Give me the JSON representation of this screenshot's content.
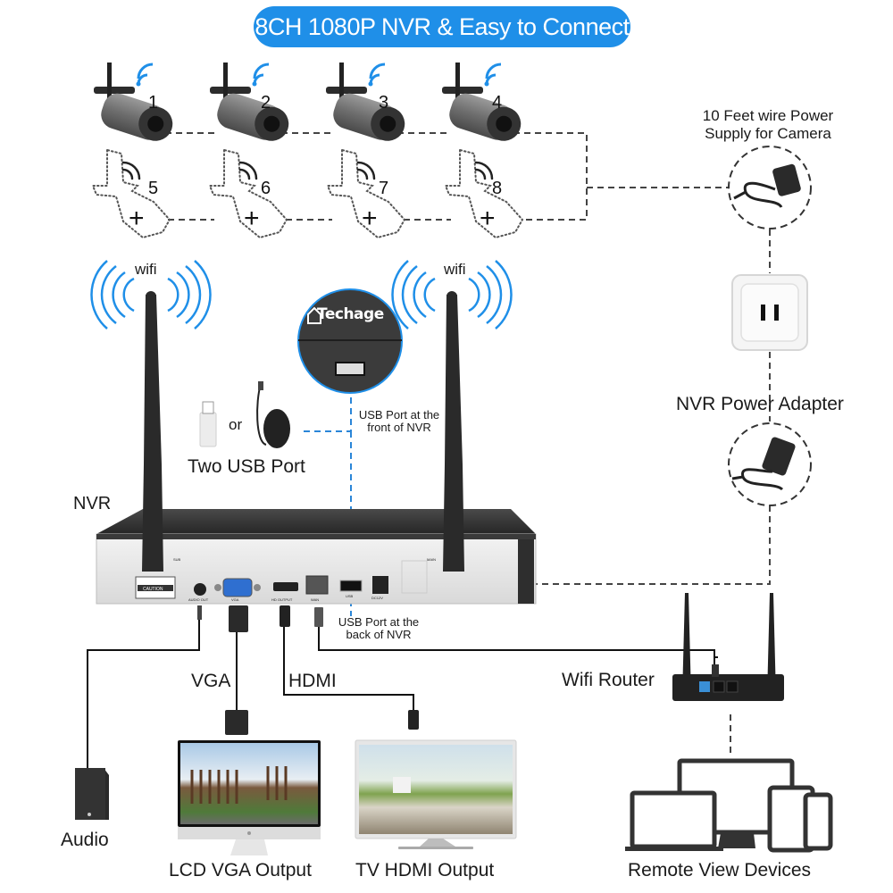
{
  "title": "8CH 1080P NVR & Easy to Connect",
  "colors": {
    "accent": "#1f8fe8",
    "dashed_line": "#444444",
    "usb_dashed_line": "#2a86d8",
    "device_dark": "#2b2b2b",
    "nvr_front": "#e9e9e9"
  },
  "cameras": {
    "installed": [
      {
        "number": "1",
        "icon": "wifi-bullet-camera"
      },
      {
        "number": "2",
        "icon": "wifi-bullet-camera"
      },
      {
        "number": "3",
        "icon": "wifi-bullet-camera"
      },
      {
        "number": "4",
        "icon": "wifi-bullet-camera"
      }
    ],
    "expansion_slots": [
      {
        "number": "5",
        "icon": "add-camera-placeholder"
      },
      {
        "number": "6",
        "icon": "add-camera-placeholder"
      },
      {
        "number": "7",
        "icon": "add-camera-placeholder"
      },
      {
        "number": "8",
        "icon": "add-camera-placeholder"
      }
    ],
    "add_symbol": "+"
  },
  "power": {
    "camera_supply_label_line1": "10 Feet wire Power",
    "camera_supply_label_line2": "Supply for Camera",
    "nvr_adapter_label": "NVR Power Adapter"
  },
  "nvr": {
    "label": "NVR",
    "antenna_label_left": "wifi",
    "antenna_label_right": "wifi",
    "brand": "Techage",
    "usb_front_label_line1": "USB Port at the",
    "usb_front_label_line2": "front of NVR",
    "usb_back_label_line1": "USB Port at the",
    "usb_back_label_line2": "back of NVR",
    "usb_devices_or": "or",
    "usb_devices_label": "Two USB Port",
    "rear_panel": {
      "caution": "CAUTION",
      "audio_out": "AUDIO OUT",
      "vga": "VGA",
      "hd_output": "HD OUTPUT",
      "wan": "WAN",
      "usb": "USB",
      "dc": "DC12V",
      "antenna_sub": "SUB",
      "antenna_main": "MAIN"
    }
  },
  "outputs": {
    "vga_cable_label": "VGA",
    "hdmi_cable_label": "HDMI",
    "audio_label": "Audio",
    "lcd_label": "LCD VGA Output",
    "tv_label": "TV HDMI Output",
    "router_label": "Wifi Router",
    "remote_label": "Remote View Devices"
  }
}
